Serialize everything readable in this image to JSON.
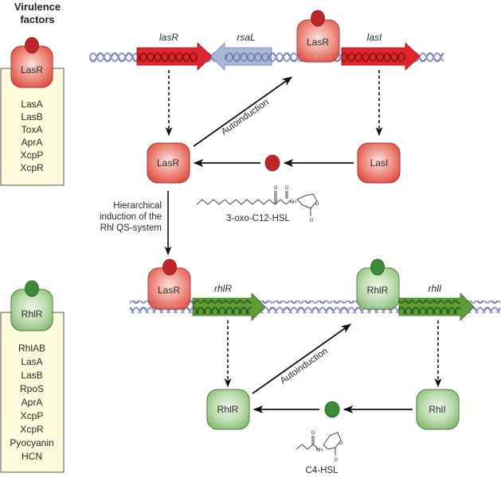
{
  "header": {
    "virulence_factors_line1": "Virulence",
    "virulence_factors_line2": "factors"
  },
  "las_panel": {
    "regulator": "LasR",
    "factors": [
      "LasA",
      "LasB",
      "ToxA",
      "AprA",
      "XcpP",
      "XcpR"
    ]
  },
  "rhl_panel": {
    "regulator": "RhlR",
    "factors": [
      "RhlAB",
      "LasA",
      "LasB",
      "RpoS",
      "AprA",
      "XcpP",
      "XcpR",
      "Pyocyanin",
      "HCN"
    ]
  },
  "las_system": {
    "genes": {
      "lasR": "lasR",
      "rsaL": "rsaL",
      "lasI": "lasI"
    },
    "bound_regulator": "LasR",
    "receptor": "LasR",
    "synthase": "LasI",
    "autoinduction_label": "Autoinduction",
    "signal_name": "3-oxo-C12-HSL",
    "chem_atoms": {
      "o1": "O",
      "o2": "O",
      "nh": "NH",
      "ring_o": "O",
      "o3": "O"
    }
  },
  "hierarchy": {
    "line1": "Hierarchical",
    "line2": "induction of the",
    "line3": "Rhl QS-system"
  },
  "rhl_system": {
    "genes": {
      "rhlR": "rhlR",
      "rhlI": "rhlI"
    },
    "bound_las_regulator": "LasR",
    "bound_regulator": "RhlR",
    "receptor": "RhlR",
    "synthase": "RhlI",
    "autoinduction_label": "Autoinduction",
    "signal_name": "C4-HSL",
    "chem_atoms": {
      "o1": "O",
      "nh": "NH",
      "ring_o": "O",
      "o3": "O"
    }
  },
  "colors": {
    "las_red": "#d9302c",
    "las_dark": "#b01e22",
    "rsal_blue": "#a9b8d9",
    "rhl_green": "#5d9c37",
    "rhl_light": "#b7d7ad",
    "dna": "#8b8fc4",
    "panel_bg": "#fdfbdc"
  }
}
